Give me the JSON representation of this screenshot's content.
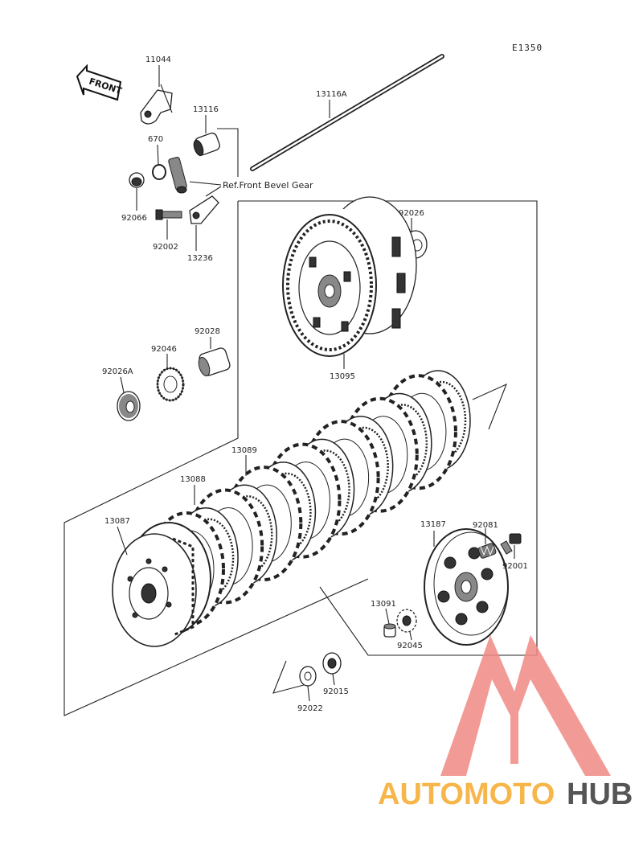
{
  "diagram": {
    "code": "E1350",
    "front_label": "FRONT",
    "reference_note": "Ref.Front Bevel Gear",
    "part_numbers": {
      "p11044": "11044",
      "p13116a": "13116A",
      "p13116": "13116",
      "p670": "670",
      "p92066": "92066",
      "p92002": "92002",
      "p13236": "13236",
      "p92026": "92026",
      "p13095": "13095",
      "p92028": "92028",
      "p92046": "92046",
      "p92026a": "92026A",
      "p13089": "13089",
      "p13088": "13088",
      "p13087": "13087",
      "p13187": "13187",
      "p92081": "92081",
      "p92001": "92001",
      "p13091": "13091",
      "p92045": "92045",
      "p92015": "92015",
      "p92022": "92022"
    }
  },
  "watermark": {
    "brand_part1": "AUTOMOTO",
    "brand_part2": "HUB",
    "color_primary": "#f08a84",
    "color_secondary": "#f6b64a",
    "color_dark": "#555555"
  }
}
